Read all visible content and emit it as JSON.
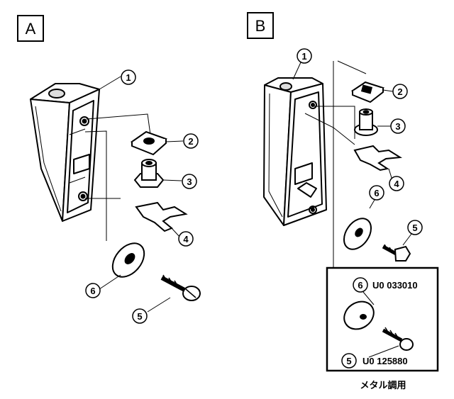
{
  "panels": [
    {
      "id": "A",
      "label": "A"
    },
    {
      "id": "B",
      "label": "B"
    }
  ],
  "callouts": {
    "a1": "1",
    "a2": "2",
    "a3": "3",
    "a4": "4",
    "a5": "5",
    "a6": "6",
    "b1": "1",
    "b2": "2",
    "b3": "3",
    "b4": "4",
    "b5": "5",
    "b6": "6"
  },
  "metal_inset": {
    "washer_num": "6",
    "washer_code": "U0 033010",
    "screw_num": "5",
    "screw_code": "U0 125880",
    "caption": "メタル調用"
  }
}
